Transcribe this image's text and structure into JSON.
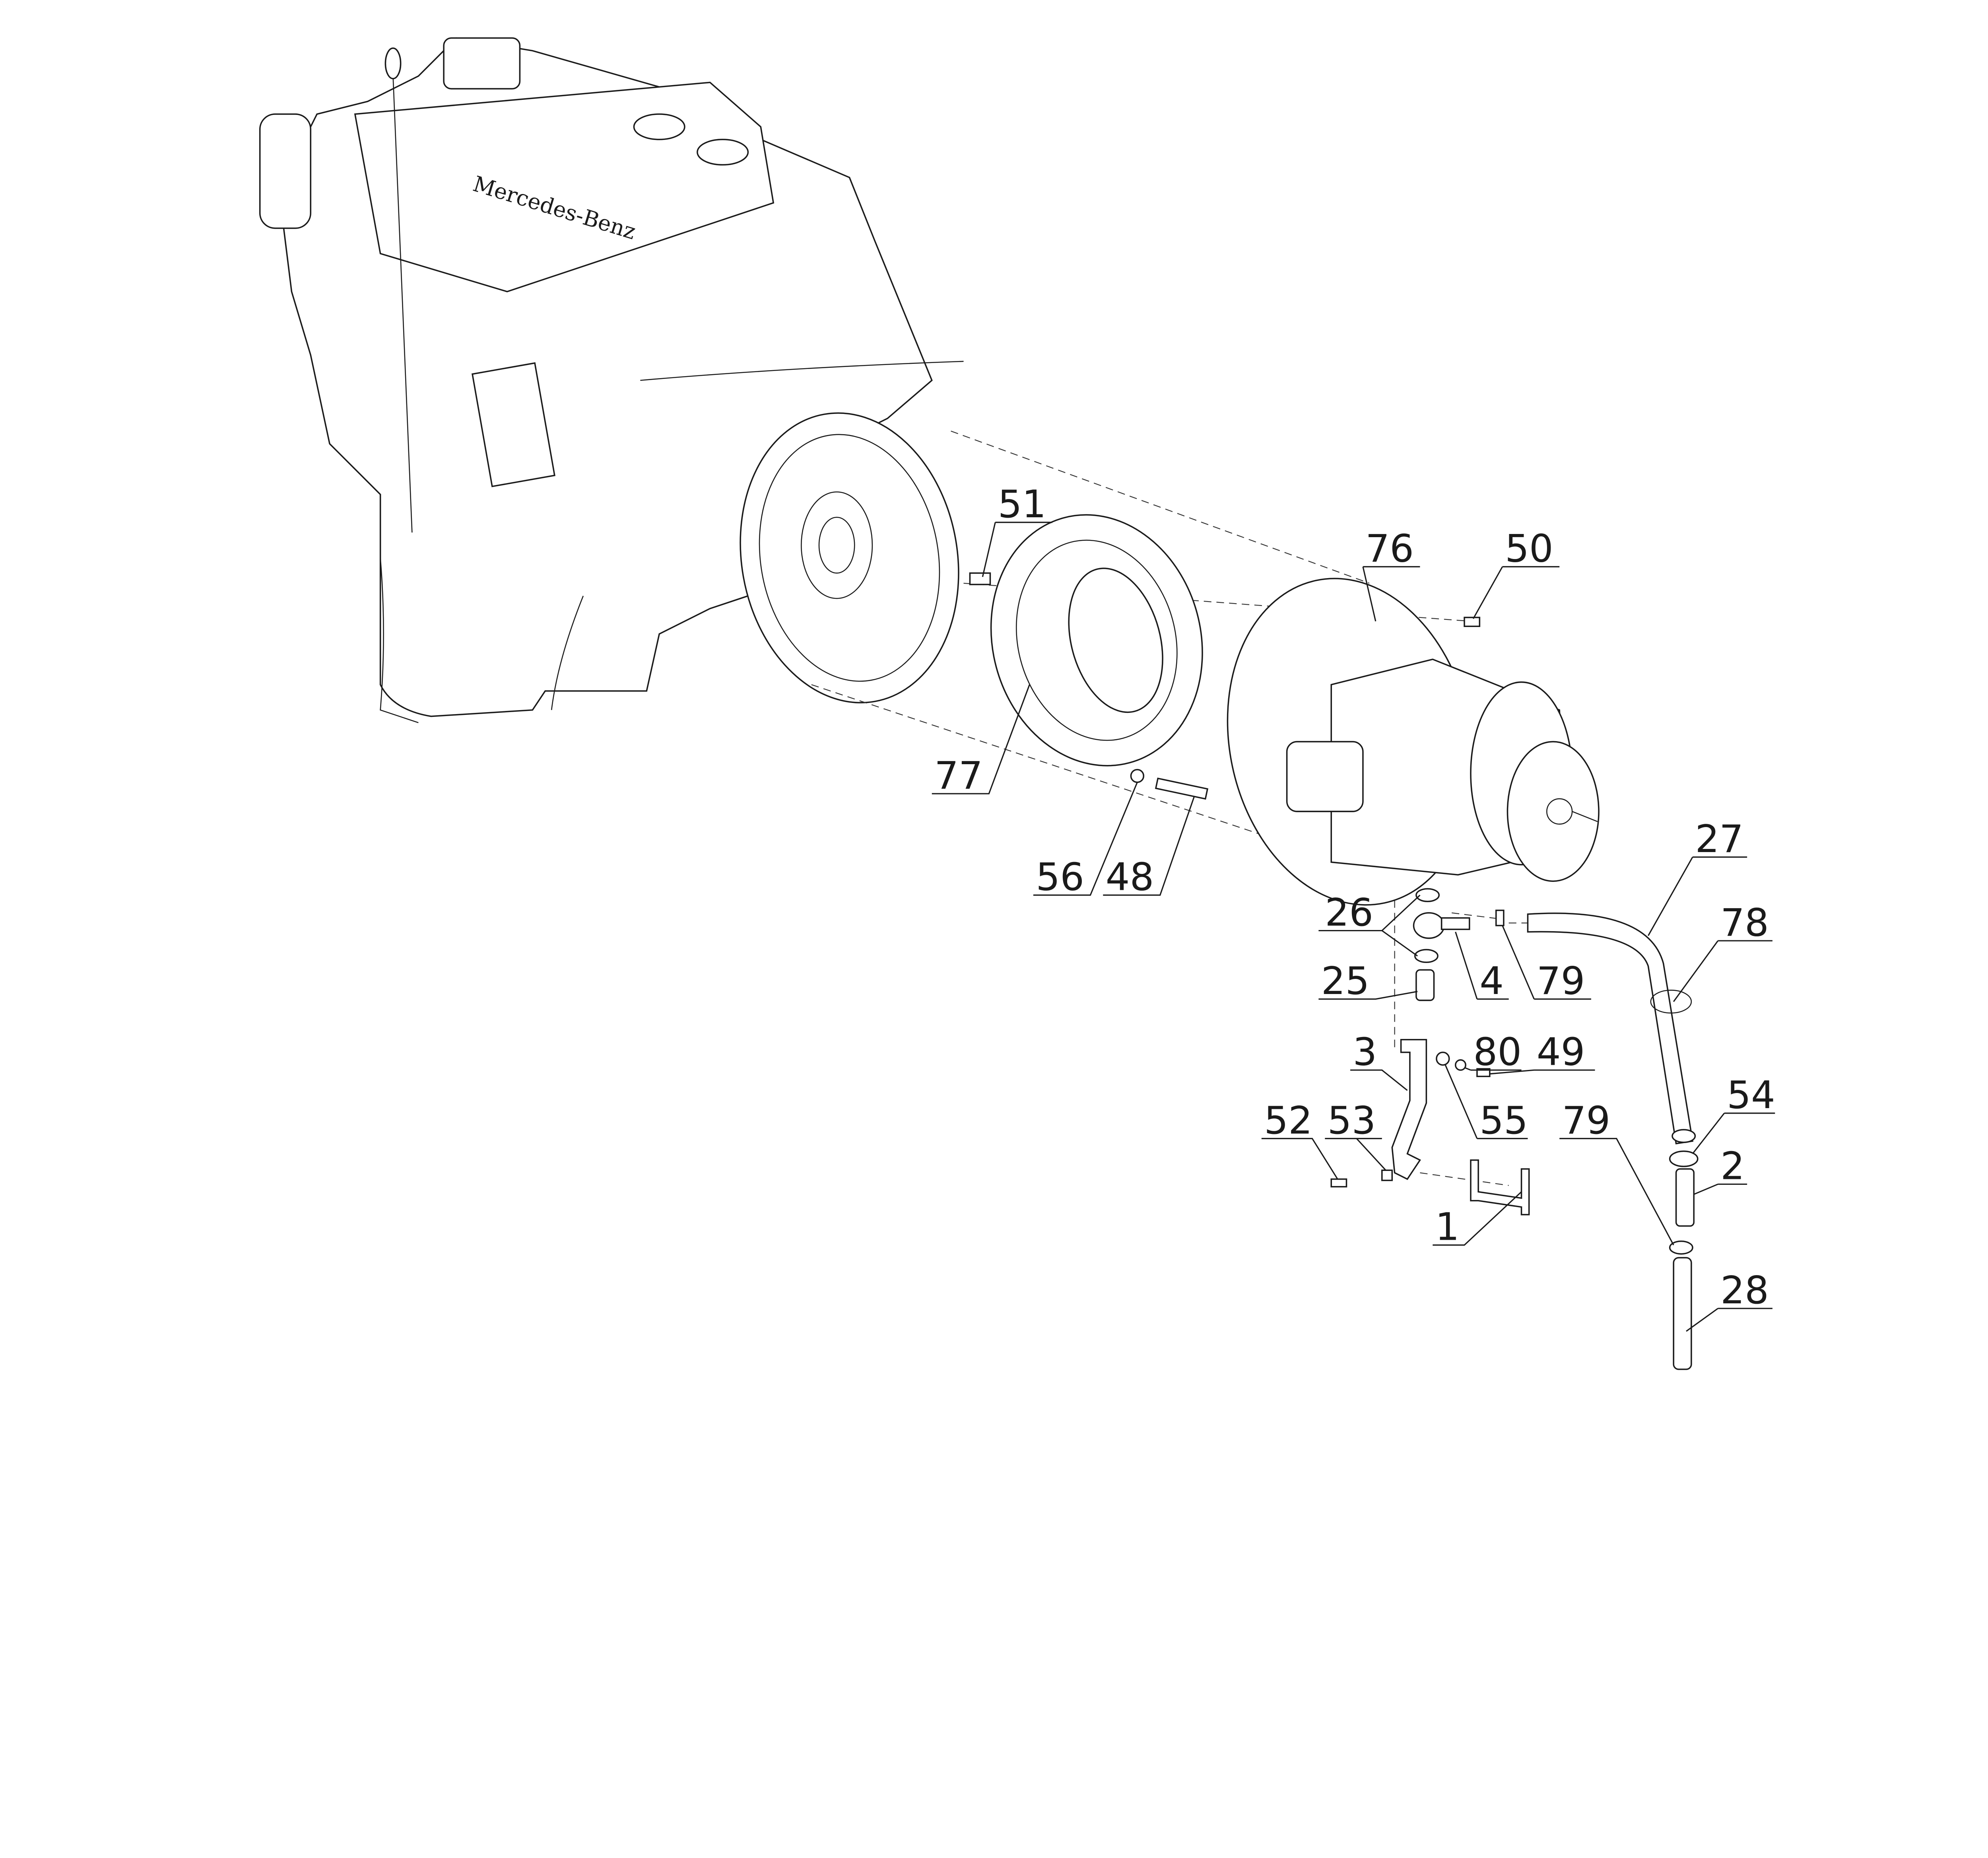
{
  "engine": {
    "brand_text": "Mercedes-Benz"
  },
  "callouts": {
    "c51": "51",
    "c50": "50",
    "c76": "76",
    "c77": "77",
    "c56": "56",
    "c48": "48",
    "c27": "27",
    "c78": "78",
    "c26": "26",
    "c4": "4",
    "c79a": "79",
    "c25": "25",
    "c80": "80",
    "c49": "49",
    "c3": "3",
    "c55": "55",
    "c52": "52",
    "c53": "53",
    "c54": "54",
    "c2": "2",
    "c79b": "79",
    "c1": "1",
    "c28": "28"
  }
}
